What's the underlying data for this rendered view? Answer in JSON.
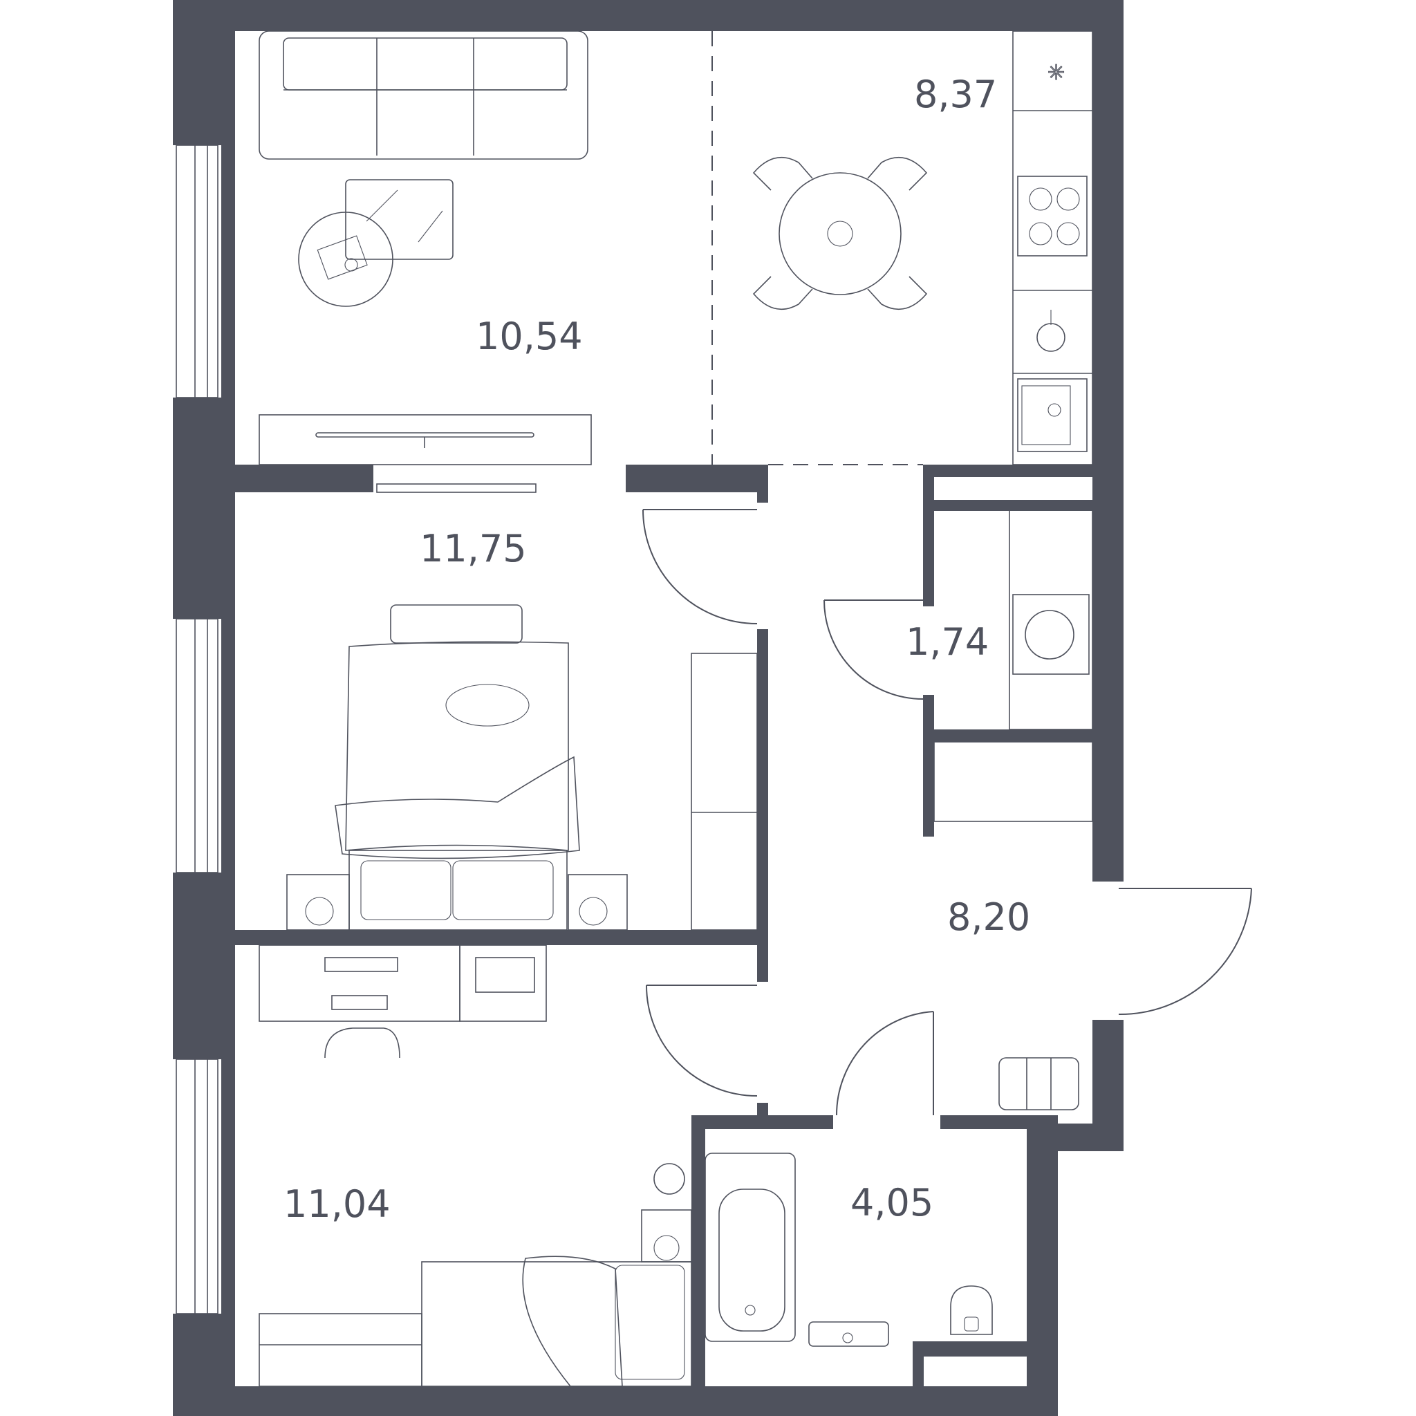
{
  "floor_plan": {
    "rooms": [
      {
        "id": "living",
        "area": "10,54"
      },
      {
        "id": "kitchen",
        "area": "8,37"
      },
      {
        "id": "bedroom",
        "area": "11,75"
      },
      {
        "id": "laundry",
        "area": "1,74"
      },
      {
        "id": "hall",
        "area": "8,20"
      },
      {
        "id": "kids-room",
        "area": "11,04"
      },
      {
        "id": "bathroom",
        "area": "4,05"
      }
    ]
  },
  "colors": {
    "wall": "#4f525d",
    "background": "#ffffff"
  }
}
